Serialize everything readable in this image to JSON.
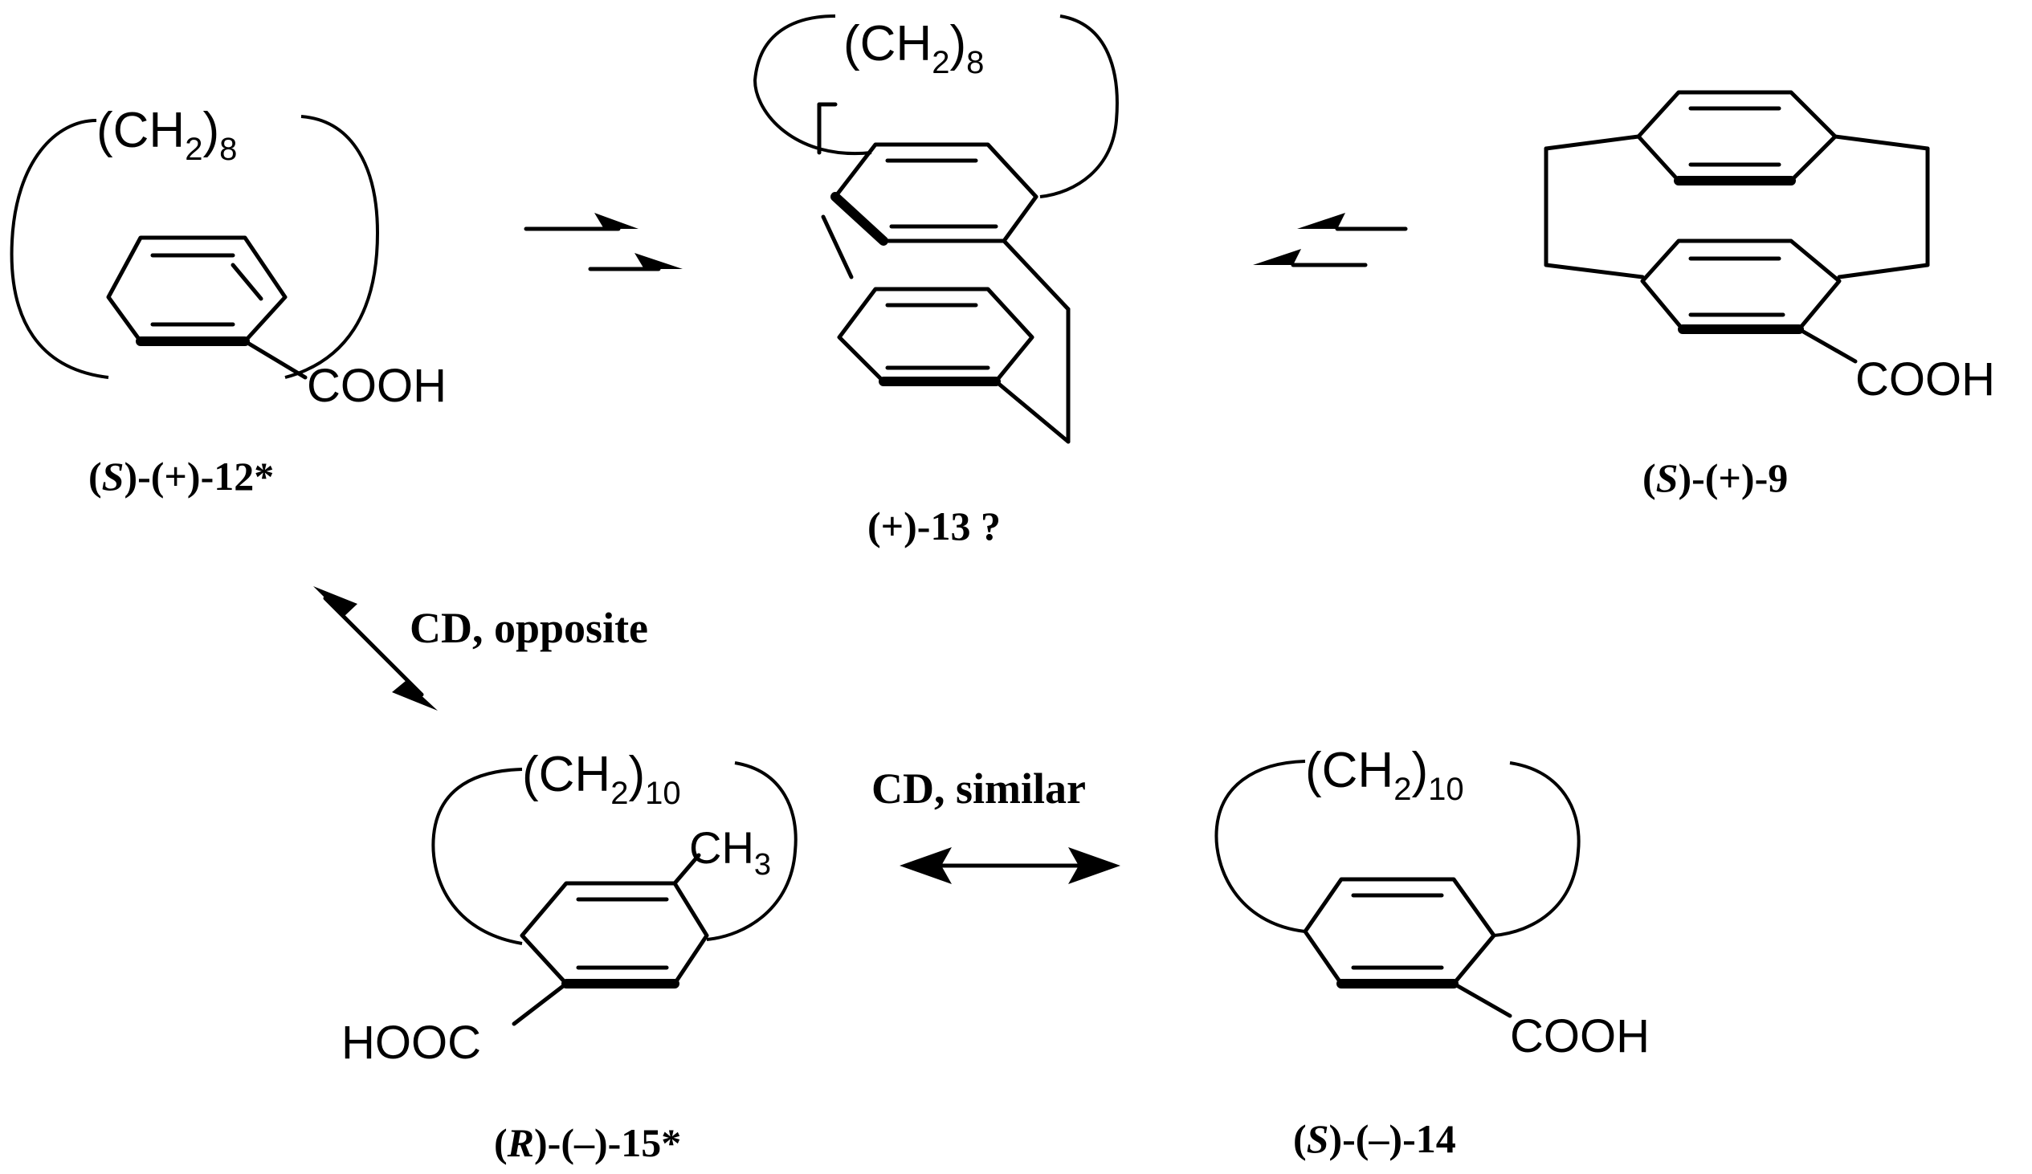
{
  "compounds": {
    "c12": {
      "chain": "(CH",
      "sub": "2",
      "close": ")",
      "n": "8",
      "group": "COOH",
      "config": "S",
      "label": "-(+)-12*"
    },
    "c13": {
      "chain": "(CH",
      "sub": "2",
      "close": ")",
      "n": "8",
      "label": "(+)-13 ?"
    },
    "c9": {
      "group": "COOH",
      "config": "S",
      "label": "-(+)-9"
    },
    "c15": {
      "chain": "(CH",
      "sub": "2",
      "close": ")",
      "n": "10",
      "methyl": "CH",
      "methyl_sub": "3",
      "group": "HOOC",
      "config": "R",
      "label": "-(–)-15*"
    },
    "c14": {
      "chain": "(CH",
      "sub": "2",
      "close": ")",
      "n": "10",
      "group": "COOH",
      "config": "S",
      "label": "-(–)-14"
    }
  },
  "relations": {
    "opposite": "CD, opposite",
    "similar": "CD, similar"
  }
}
